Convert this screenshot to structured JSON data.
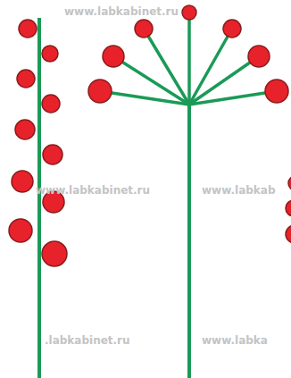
{
  "diagram": {
    "labels": [
      "www.labkabinet.ru",
      "www.labkabinet.ru",
      "www.labkab",
      ".labkabinet.ru",
      "www.labka"
    ]
  }
}
